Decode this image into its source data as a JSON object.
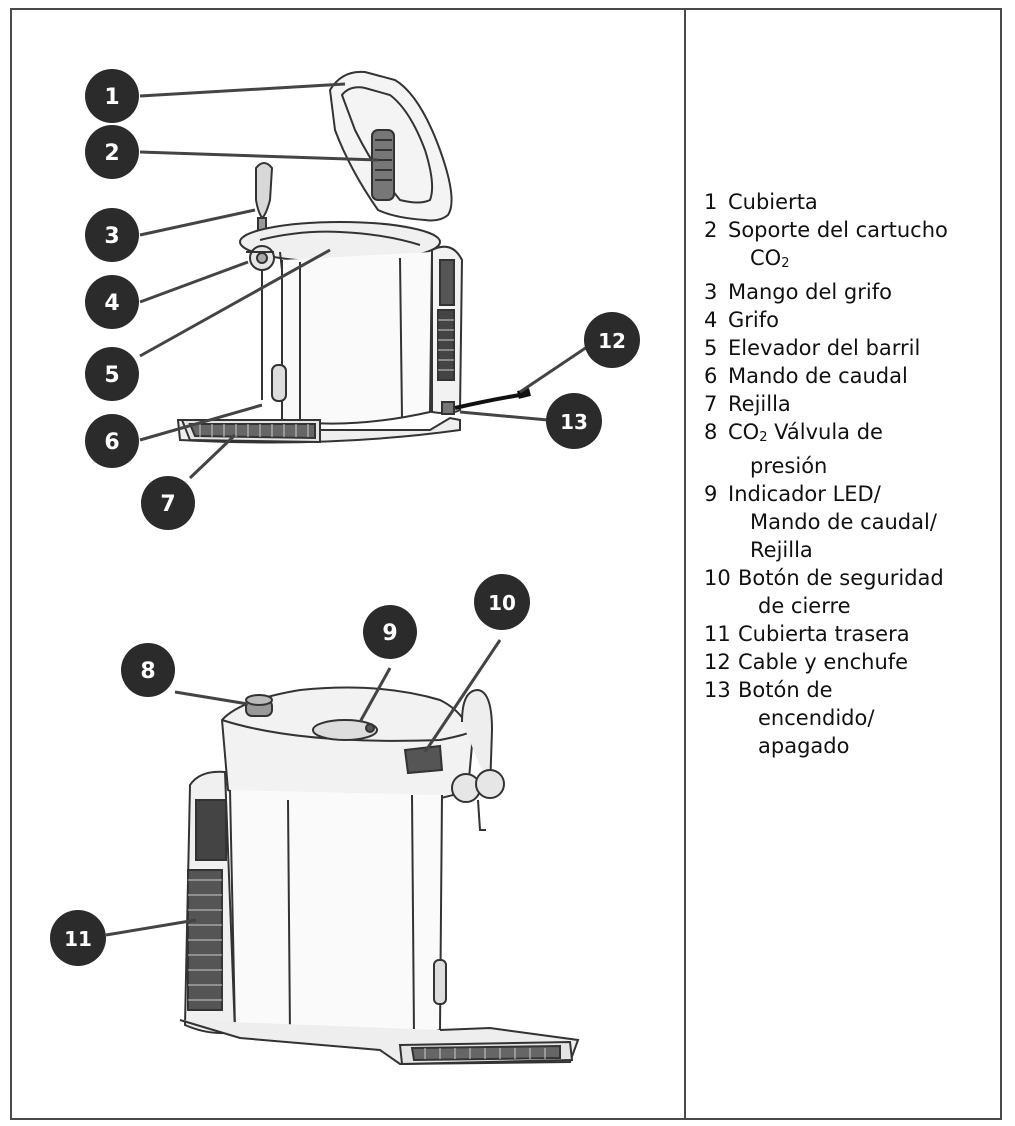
{
  "callouts": [
    "1",
    "2",
    "3",
    "4",
    "5",
    "6",
    "7",
    "8",
    "9",
    "10",
    "11",
    "12",
    "13"
  ],
  "legend": {
    "l1": {
      "num": "1",
      "text": "Cubierta"
    },
    "l2": {
      "num": "2",
      "text": "Soporte del cartucho",
      "cont": "CO",
      "sub": "2"
    },
    "l3": {
      "num": "3",
      "text": "Mango del grifo"
    },
    "l4": {
      "num": "4",
      "text": "Grifo"
    },
    "l5": {
      "num": "5",
      "text": "Elevador del barril"
    },
    "l6": {
      "num": "6",
      "text": "Mando de caudal"
    },
    "l7": {
      "num": "7",
      "text": "Rejilla"
    },
    "l8": {
      "num": "8",
      "pre": "CO",
      "sub": "2",
      "text": " Válvula de",
      "cont": "presión"
    },
    "l9": {
      "num": "9",
      "text": "Indicador LED/",
      "cont1": "Mando de caudal/",
      "cont2": "Rejilla"
    },
    "l10": {
      "num": "10",
      "text": "Botón de seguridad",
      "cont": "de cierre"
    },
    "l11": {
      "num": "11",
      "text": "Cubierta trasera"
    },
    "l12": {
      "num": "12",
      "text": "Cable y enchufe"
    },
    "l13": {
      "num": "13",
      "text": "Botón de",
      "cont1": "encendido/",
      "cont2": "apagado"
    }
  }
}
